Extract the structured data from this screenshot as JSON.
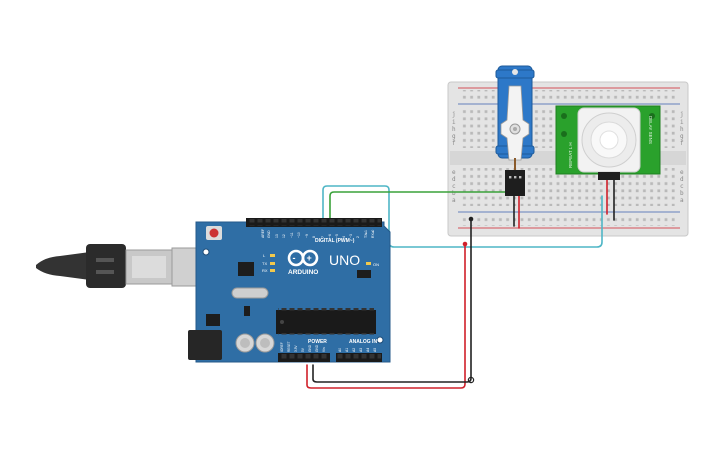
{
  "board": {
    "brand": "ARDUINO",
    "model": "UNO",
    "digital_label": "DIGITAL (PWM~)",
    "power_label": "POWER",
    "analog_label": "ANALOG IN",
    "led_l": "L",
    "led_tx": "TX",
    "led_rx": "RX",
    "led_on": "ON",
    "pin_aref": "AREF",
    "pin_gnd": "GND",
    "digital_pins": [
      "13",
      "12",
      "~11",
      "~10",
      "~9",
      "8",
      "7",
      "~6",
      "~5",
      "4",
      "~3",
      "2",
      "TX▸1",
      "RX◂0"
    ],
    "power_pins": [
      "IOREF",
      "RESET",
      "3.3V",
      "5V",
      "GND",
      "GND",
      "Vin"
    ],
    "analog_pins": [
      "A0",
      "A1",
      "A2",
      "A3",
      "A4",
      "A5"
    ]
  },
  "breadboard": {
    "row_letters_top": [
      "j",
      "i",
      "h",
      "g",
      "f"
    ],
    "row_letters_bottom": [
      "e",
      "d",
      "c",
      "b",
      "a"
    ]
  },
  "pir": {
    "left_text": "REPEAT L H",
    "right_text": "DELAY SENS"
  },
  "colors": {
    "board_blue": "#2f6ea5",
    "wire_red": "#d0202a",
    "wire_black": "#222222",
    "wire_green": "#3aa23a",
    "wire_cyan": "#4fb6c6",
    "servo_blue": "#2d78c8",
    "pir_green": "#2aa12c"
  }
}
